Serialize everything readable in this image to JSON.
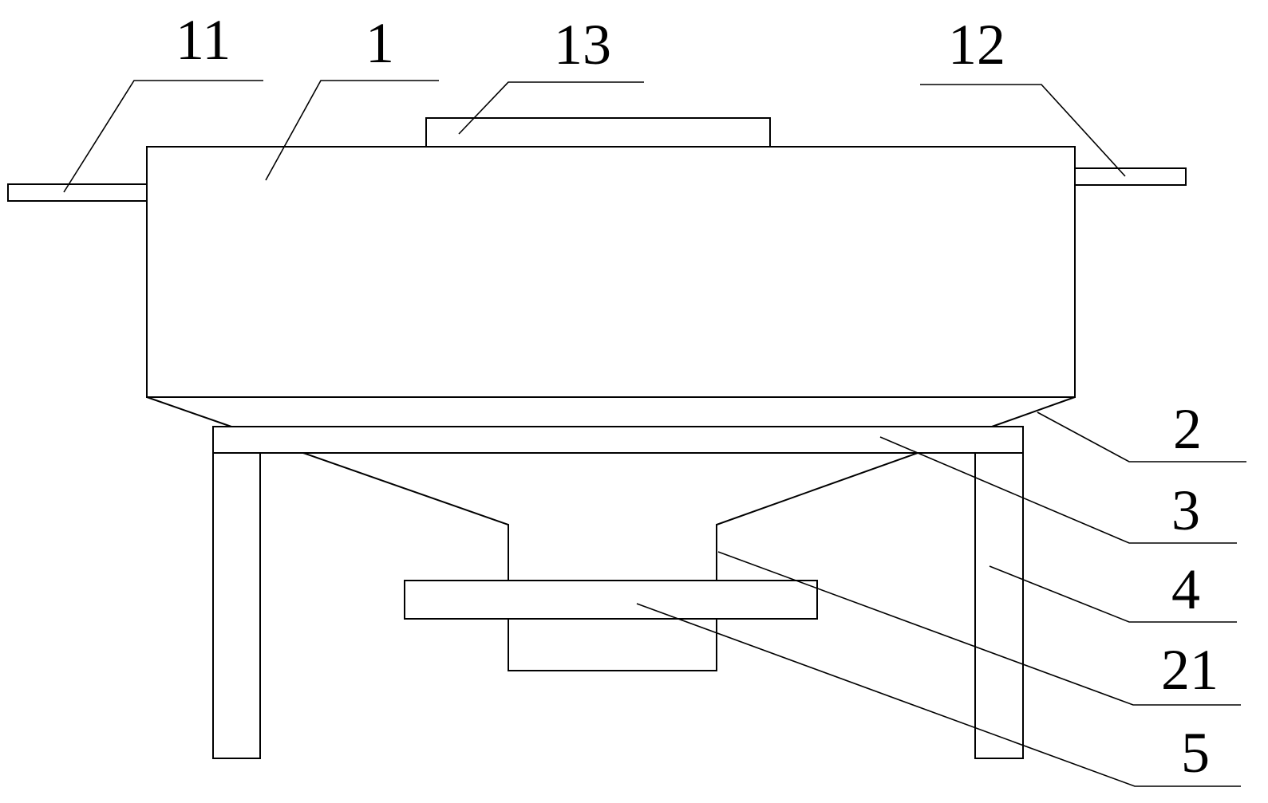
{
  "figure": {
    "reference_numerals": {
      "body": "1",
      "inlet_pipe": "11",
      "outlet_pipe": "12",
      "top_cover": "13",
      "upper_hopper": "2",
      "support_plate": "3",
      "support_leg": "4",
      "lower_hopper": "21",
      "discharge_plate": "5"
    }
  }
}
